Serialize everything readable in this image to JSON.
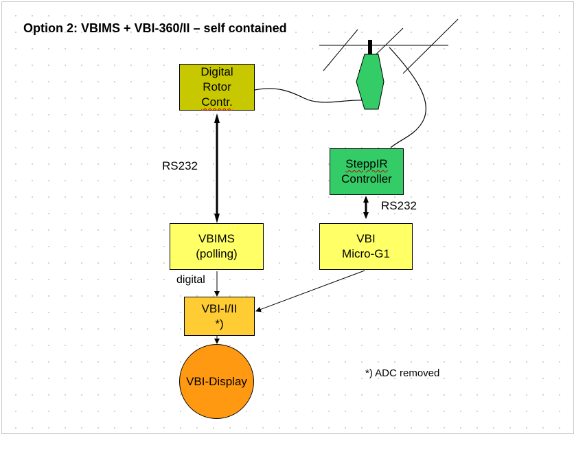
{
  "title": "Option 2: VBIMS + VBI-360/II – self contained",
  "nodes": {
    "rotor": {
      "lines": [
        "Digital",
        "Rotor",
        "Contr."
      ],
      "color": "#c8c800"
    },
    "steppir": {
      "lines": [
        "SteppIR",
        "Controller"
      ],
      "color": "#33cc66"
    },
    "vbims": {
      "lines": [
        "VBIMS",
        "(polling)"
      ],
      "color": "#ffff66"
    },
    "microg1": {
      "lines": [
        "VBI",
        "Micro-G1"
      ],
      "color": "#ffff66"
    },
    "vbi_ii": {
      "lines": [
        "VBI-I/II",
        "*)"
      ],
      "color": "#ffcc33"
    },
    "display": {
      "label": "VBI-Display",
      "color": "#ff9911"
    }
  },
  "labels": {
    "rs232_left": "RS232",
    "rs232_right": "RS232",
    "digital": "digital",
    "note": "*) ADC removed"
  },
  "antenna": {
    "color": "#33cc66"
  }
}
